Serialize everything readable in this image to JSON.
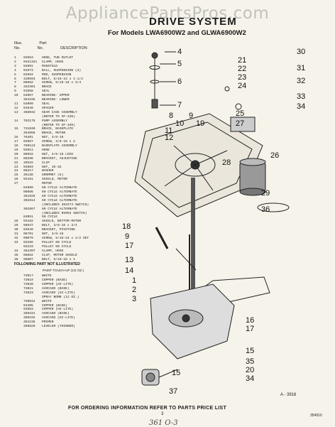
{
  "watermark": "AppliancePartsPros.com",
  "title": "DRIVE SYSTEM",
  "subtitle": "For Models LWA6900W2 and GLWA6900W2",
  "table_header": {
    "col1": "Illus.",
    "col2": "Part",
    "col1b": "No.",
    "col2b": "No.",
    "col3": "DESCRIPTION"
  },
  "parts": [
    {
      "illus": "1",
      "part": "93853",
      "desc": "HOSE, TUB OUTLET"
    },
    {
      "illus": "2",
      "part": "9421321",
      "desc": "CLAMP, HOSE"
    },
    {
      "illus": "3",
      "part": "94891",
      "desc": "MANIFOLD"
    },
    {
      "illus": "4",
      "part": "91973",
      "desc": "BALL, SUSPENSION (3)"
    },
    {
      "illus": "5",
      "part": "62584",
      "desc": "ROD, SUSPENSION"
    },
    {
      "illus": "6",
      "part": "420594",
      "desc": "BOLT, 5/16-24 x 1-1/4"
    },
    {
      "illus": "7",
      "part": "98662",
      "desc": "SCREW, 5/16-18 x 3/4"
    },
    {
      "illus": "8",
      "part": "252301",
      "desc": "BRACE"
    },
    {
      "illus": "9",
      "part": "91958",
      "desc": "SEAL"
    },
    {
      "illus": "10",
      "part": "54067",
      "desc": "BEARING- UPPER"
    },
    {
      "illus": "",
      "part": "354195",
      "desc": "BEARING- LOWER"
    },
    {
      "illus": "11",
      "part": "54009",
      "desc": "SEAL"
    },
    {
      "illus": "12",
      "part": "91649",
      "desc": "SPACER"
    },
    {
      "illus": "13",
      "part": "368032",
      "desc": "GEAR CASE ASSEMBLY"
    },
    {
      "illus": "",
      "part": "",
      "desc": "(REFER TO SF-345)"
    },
    {
      "illus": "14",
      "part": "762175",
      "desc": "PUMP ASSEMBLY"
    },
    {
      "illus": "",
      "part": "",
      "desc": "(REFER TO SF-345)"
    },
    {
      "illus": "15",
      "part": "731030",
      "desc": "BRACE, BASEPLATE"
    },
    {
      "illus": "",
      "part": "354996",
      "desc": "BRACE, MOTOR"
    },
    {
      "illus": "16",
      "part": "76401",
      "desc": "NUT, 3/8-16"
    },
    {
      "illus": "17",
      "part": "93657",
      "desc": "SCREW, 3/8-16 x 2"
    },
    {
      "illus": "18",
      "part": "760123",
      "desc": "BASEPLATE ASSEMBLY"
    },
    {
      "illus": "19",
      "part": "92011",
      "desc": "HOSE"
    },
    {
      "illus": "20",
      "part": "98016",
      "desc": "NUT, 3/8-16 LOCK"
    },
    {
      "illus": "21",
      "part": "88296",
      "desc": "BRACKET, ADJUSTING"
    },
    {
      "illus": "22",
      "part": "35515",
      "desc": "CLIP"
    },
    {
      "illus": "23",
      "part": "94803",
      "desc": "NUT, 10-32"
    },
    {
      "illus": "24",
      "part": "98217",
      "desc": "WASHER"
    },
    {
      "illus": "25",
      "part": "35138",
      "desc": "GROMMET (6)"
    },
    {
      "illus": "26",
      "part": "92161",
      "desc": "SHIELD, MOTOR"
    },
    {
      "illus": "27",
      "part": "",
      "desc": "MOTOR"
    },
    {
      "illus": "",
      "part": "84899",
      "desc": "60 CYCLE ALTERNATE"
    },
    {
      "illus": "",
      "part": "96086",
      "desc": "60 CYCLE ALTERNATE"
    },
    {
      "illus": "",
      "part": "361926",
      "desc": "60 CYCLE ALTERNATE"
    },
    {
      "illus": "",
      "part": "362814",
      "desc": "60 CYCLE ALTERNATE"
    },
    {
      "illus": "",
      "part": "",
      "desc": "(INCLUDES 362274 SWITCH)"
    },
    {
      "illus": "",
      "part": "362867",
      "desc": "60 CYCLE ALTERNATE"
    },
    {
      "illus": "",
      "part": "",
      "desc": "(INCLUDES 85993 SWITCH)"
    },
    {
      "illus": "",
      "part": "83051",
      "desc": "50 CYCLE"
    },
    {
      "illus": "28",
      "part": "93182",
      "desc": "SHIELD, BOTTOM MOTOR"
    },
    {
      "illus": "29",
      "part": "98637",
      "desc": "BOLT, 3/8-16 x 3/4"
    },
    {
      "illus": "30",
      "part": "93549",
      "desc": "BRACKET, PIVOTING"
    },
    {
      "illus": "31",
      "part": "96701",
      "desc": "NUT, 3/8-16"
    },
    {
      "illus": "32",
      "part": "90079",
      "desc": "SCREW, 5/16-24 x 1/2 SET"
    },
    {
      "illus": "33",
      "part": "92256",
      "desc": "PULLEY 60 CYCLE"
    },
    {
      "illus": "",
      "part": "93219",
      "desc": "PULLEY 50 CYCLE"
    },
    {
      "illus": "34",
      "part": "352397",
      "desc": "CLAMP, HOSE"
    },
    {
      "illus": "35",
      "part": "98862",
      "desc": "CLIP, MOTOR SHIELD"
    },
    {
      "illus": "36",
      "part": "98807",
      "desc": "BOLT, 5/16-18 x 1"
    }
  ],
  "not_illustrated_header": "FOLLOWING PART NOT ILLUSTRATED",
  "touchup_header": "PAINT TOUCH-UP (1/2 OZ.)",
  "not_illustrated": [
    {
      "part": "73017",
      "desc": "WHITE"
    },
    {
      "part": "73019",
      "desc": "COPPER (BASE)"
    },
    {
      "part": "73020",
      "desc": "COPPER (HI-LITE)"
    },
    {
      "part": "73021",
      "desc": "AVOCADO (BASE)"
    },
    {
      "part": "73023",
      "desc": "AVOCADO (HI-LITE)"
    },
    {
      "part": "",
      "desc": "SPRAY BOMB (12 OZ.)"
    },
    {
      "part": "730042",
      "desc": "WHITE"
    },
    {
      "part": "93405",
      "desc": "COPPER (BASE)"
    },
    {
      "part": "93953",
      "desc": "COPPER (HI-LITE)"
    },
    {
      "part": "350191",
      "desc": "AVOCADO (BASE)"
    },
    {
      "part": "350192",
      "desc": "AVOCADO (HI-LITE)"
    },
    {
      "part": "352238",
      "desc": "PRIMER"
    },
    {
      "part": "350820",
      "desc": "LEVELER (THINNER)"
    }
  ],
  "callouts": {
    "c4": "4",
    "c5": "5",
    "c6": "6",
    "c7": "7",
    "c8": "8",
    "c9": "9",
    "c10": "10",
    "c19": "19",
    "c11": "11",
    "c12": "12",
    "c21": "21",
    "c22": "22",
    "c23": "23",
    "c24": "24",
    "c30": "30",
    "c31": "31",
    "c32": "32",
    "c33": "33",
    "c34": "34",
    "c25": "25",
    "c27": "27",
    "c26": "26",
    "c28": "28",
    "c29": "29",
    "c36": "36",
    "c18": "18",
    "c9b": "9",
    "c17": "17",
    "c13": "13",
    "c14": "14",
    "c1": "1",
    "c2": "2",
    "c3": "3",
    "c16": "16",
    "c17b": "17",
    "c15": "15",
    "c35": "35",
    "c20": "20",
    "c37": "37",
    "c15b": "15",
    "c34b": "34"
  },
  "figure_ref": "A - 3916",
  "footer_text": "FOR ORDERING INFORMATION REFER TO PARTS PRICE LIST",
  "page_number": "3",
  "doc_number": "354910",
  "hand_note": "361 O-3"
}
